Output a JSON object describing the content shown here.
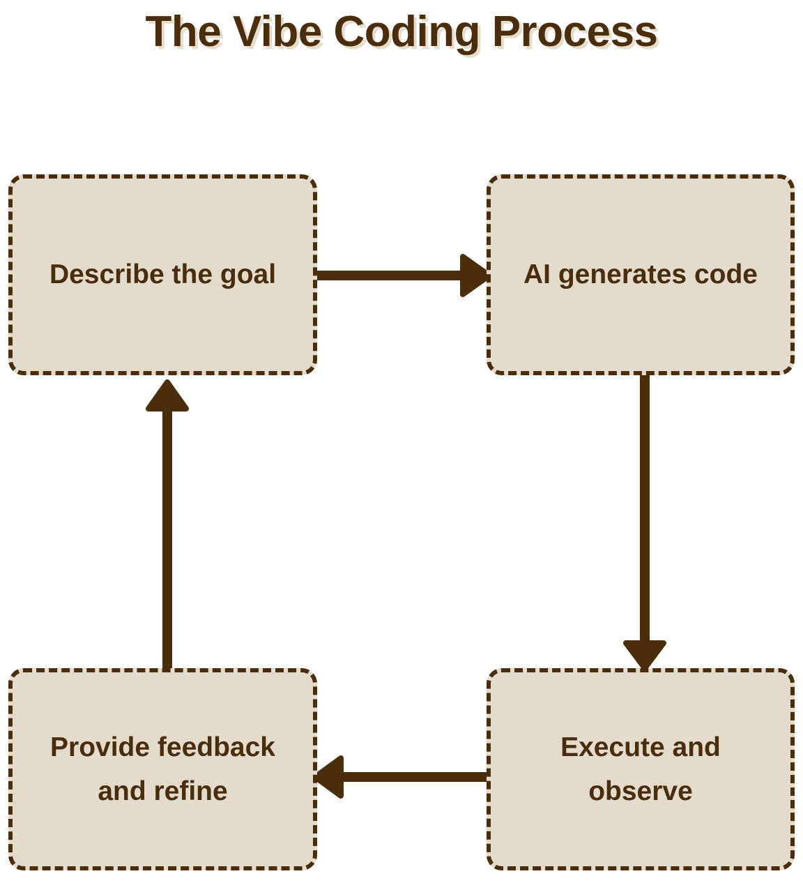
{
  "page": {
    "title": "The Vibe Coding Process",
    "background_color": "#ffffff"
  },
  "theme": {
    "node_fill": "#e3dccc",
    "node_border": "#4a2d0a",
    "text_color": "#4a2d0d",
    "title_color": "#4a2d0d",
    "title_shadow_color": "#e6ddcc",
    "arrow_color": "#4a2d0a"
  },
  "diagram": {
    "type": "cycle-flowchart",
    "direction": "clockwise",
    "nodes": [
      {
        "id": "describe",
        "label": "Describe the goal",
        "position": "top-left"
      },
      {
        "id": "generate",
        "label": "AI generates code",
        "position": "top-right"
      },
      {
        "id": "execute",
        "label": "Execute and observe",
        "position": "bottom-right"
      },
      {
        "id": "feedback",
        "label": "Provide feedback and refine",
        "position": "bottom-left"
      }
    ],
    "edges": [
      {
        "from": "describe",
        "to": "generate",
        "label": "",
        "direction": "right"
      },
      {
        "from": "generate",
        "to": "execute",
        "label": "",
        "direction": "down"
      },
      {
        "from": "execute",
        "to": "feedback",
        "label": "",
        "direction": "left"
      },
      {
        "from": "feedback",
        "to": "describe",
        "label": "",
        "direction": "up"
      }
    ]
  }
}
